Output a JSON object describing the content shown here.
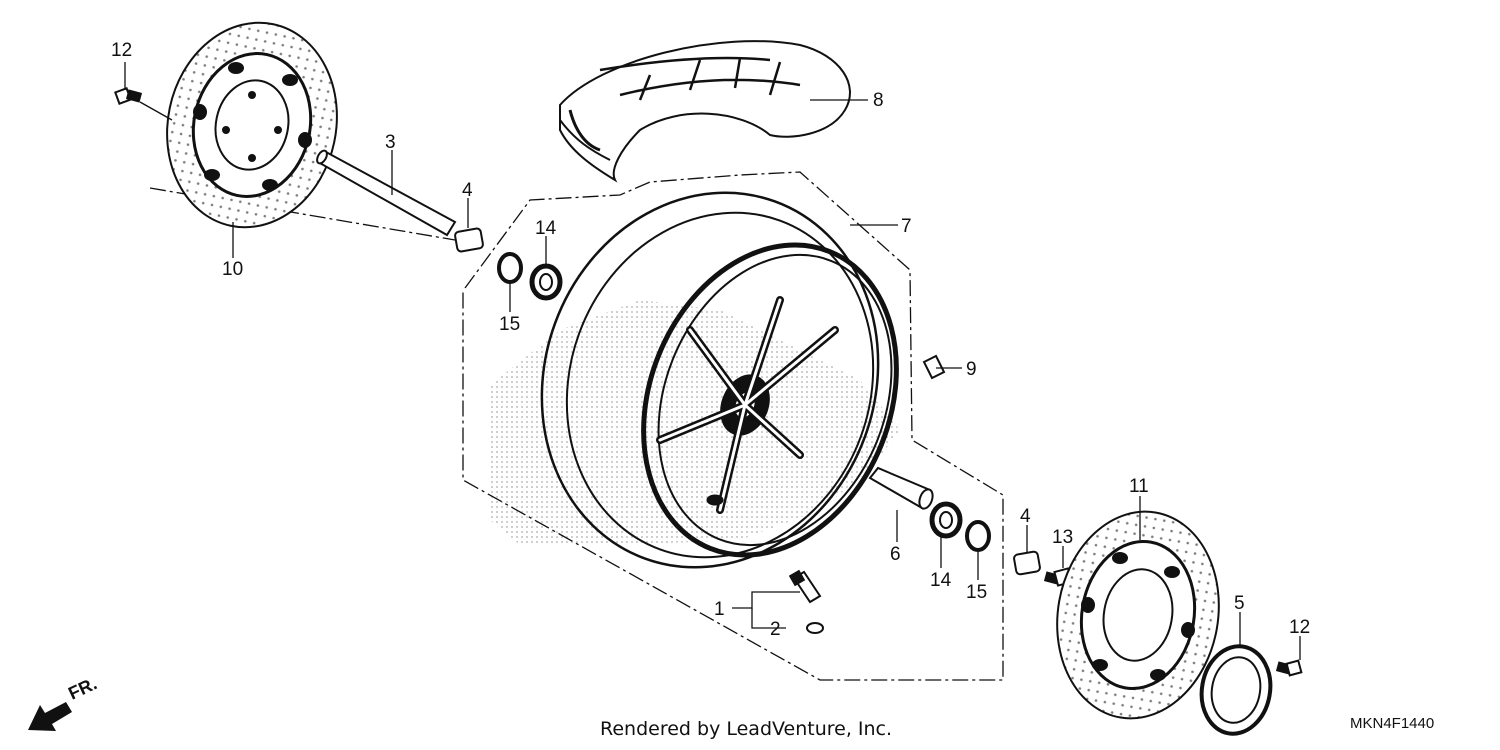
{
  "diagram": {
    "direction_label": "FR.",
    "callouts": {
      "valve_assy": "1",
      "o_ring": "2",
      "axle": "3",
      "collar_left": "4",
      "collar_right": "4",
      "pulser_ring": "5",
      "distance_collar": "6",
      "wheel": "7",
      "tire": "8",
      "balance_weight": "9",
      "left_disc": "10",
      "right_disc": "11",
      "bolt_left": "12",
      "bolt_right": "12",
      "bolt_13": "13",
      "bearing_left": "14",
      "bearing_right": "14",
      "seal_left": "15",
      "seal_right": "15"
    },
    "footer": "Rendered by LeadVenture, Inc.",
    "code": "MKN4F1440"
  }
}
